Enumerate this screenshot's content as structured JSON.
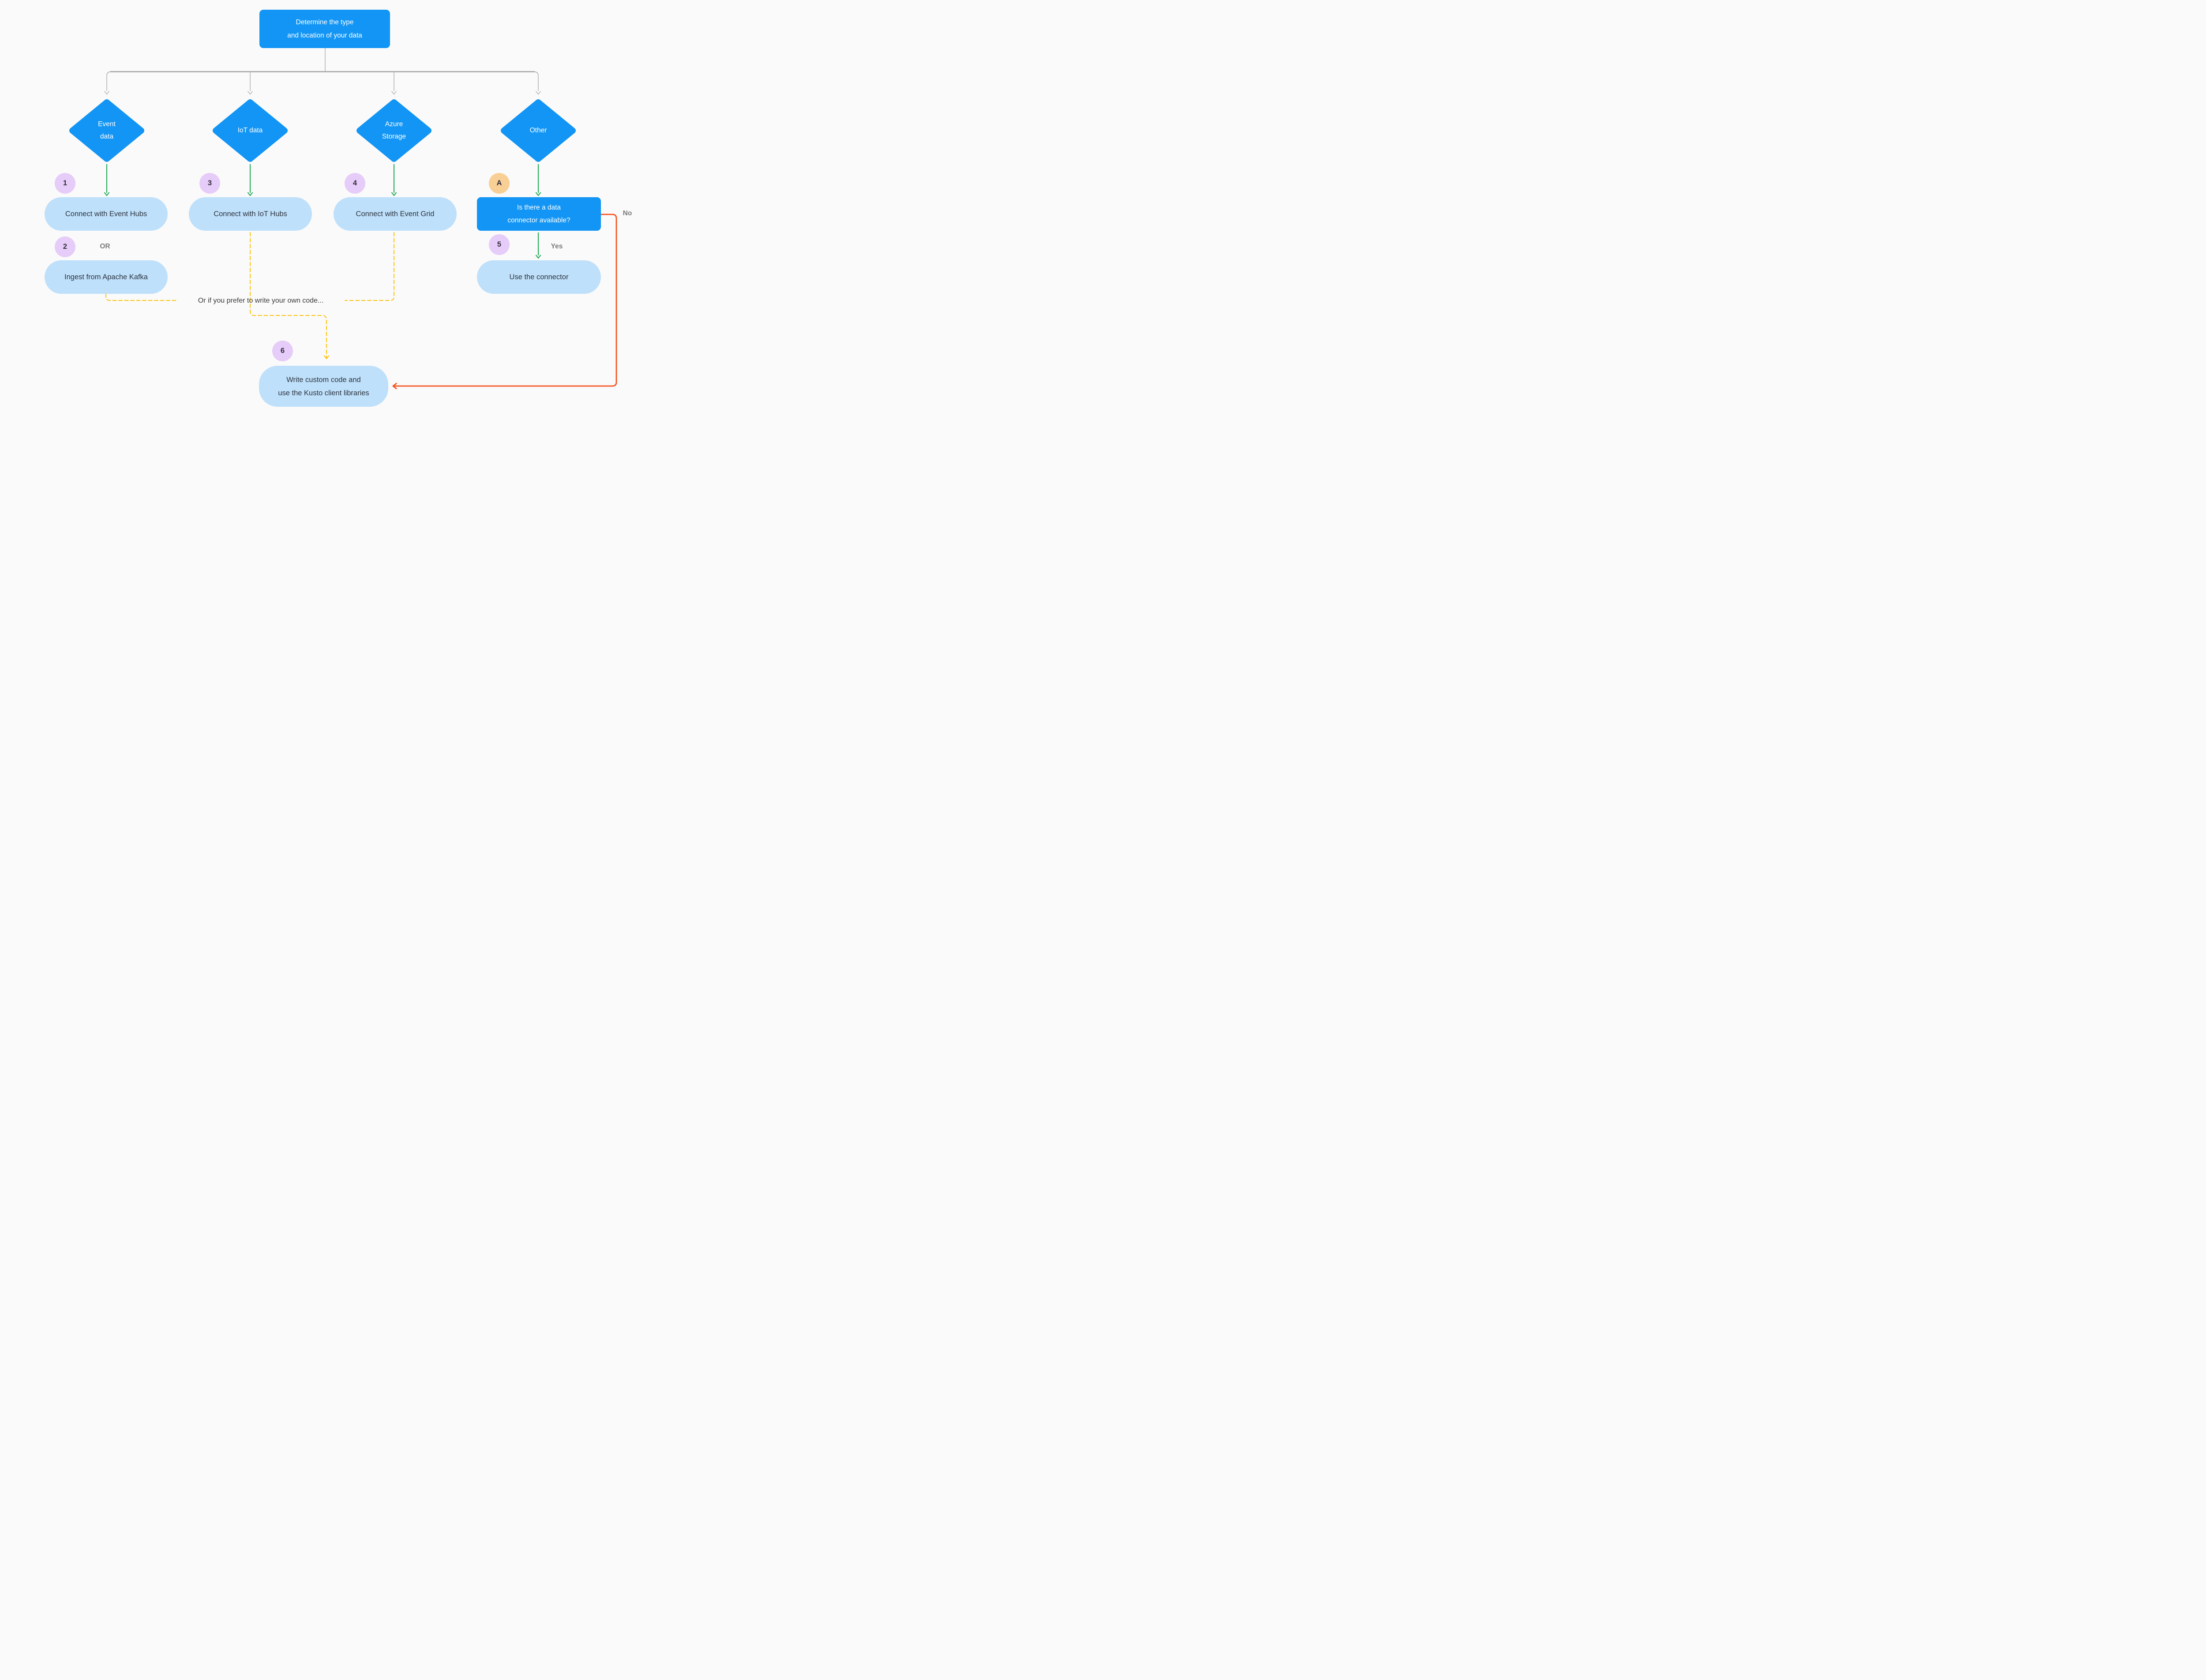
{
  "colors": {
    "background": "#fafafa",
    "primary_blue": "#1295f4",
    "light_blue": "#bfe0fa",
    "dark_text": "#2c3440",
    "white_text": "#ffffff",
    "purple_badge": "#e6ccf8",
    "orange_badge": "#f8cf95",
    "badge_text": "#342c3e",
    "green_arrow": "#17a750",
    "yellow_dash": "#fcc40f",
    "red_line": "#f4511e",
    "gray_line": "#aaaaaa",
    "gray_label": "#7b7b7b"
  },
  "nodes": {
    "root": {
      "line1": "Determine the type",
      "line2": "and location of your data"
    },
    "diamond_event": {
      "line1": "Event",
      "line2": "data"
    },
    "diamond_iot": {
      "line1": "IoT data"
    },
    "diamond_azure": {
      "line1": "Azure",
      "line2": "Storage"
    },
    "diamond_other": {
      "line1": "Other"
    },
    "box_event_hubs": {
      "label": "Connect with Event Hubs"
    },
    "box_kafka": {
      "label": "Ingest from Apache Kafka"
    },
    "box_iot_hubs": {
      "label": "Connect with IoT Hubs"
    },
    "box_event_grid": {
      "label": "Connect with Event Grid"
    },
    "box_question": {
      "line1": "Is there a data",
      "line2": "connector available?"
    },
    "box_use_connector": {
      "label": "Use the connector"
    },
    "box_custom_code": {
      "line1": "Write custom code and",
      "line2": "use the Kusto client libraries"
    }
  },
  "badges": {
    "b1": "1",
    "b2": "2",
    "b3": "3",
    "b4": "4",
    "b5": "5",
    "b6": "6",
    "bA": "A"
  },
  "labels": {
    "or": "OR",
    "yes": "Yes",
    "no": "No",
    "note": "Or if you prefer to write your own code..."
  }
}
